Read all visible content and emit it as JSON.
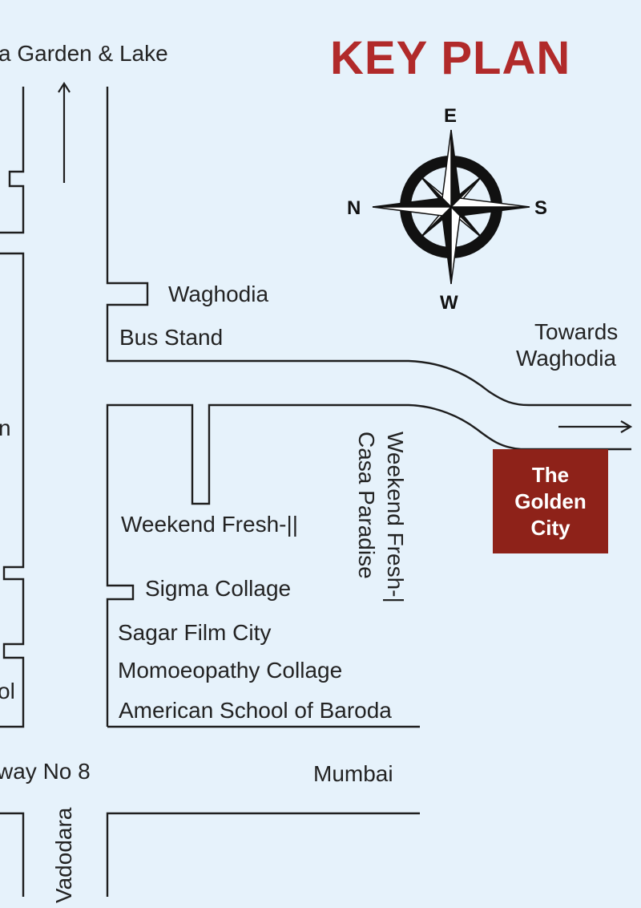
{
  "title": "KEY PLAN",
  "compass": {
    "north": "N",
    "south": "S",
    "east": "E",
    "west": "W"
  },
  "landmarks": {
    "garden": "a Garden & Lake",
    "waghodia": "Waghodia",
    "bus_stand": "Bus Stand",
    "towards_line1": "Towards",
    "towards_line2": "Waghodia",
    "weekend_fresh_2": "Weekend Fresh-||",
    "weekend_fresh_1": "Weekend Fresh-|",
    "casa_paradise": "Casa Paradise",
    "sigma": "Sigma Collage",
    "sagar": "Sagar Film City",
    "momoeopathy": "Momoeopathy Collage",
    "american_school": "American School of Baroda",
    "highway": "way No 8",
    "mumbai": "Mumbai",
    "vadodara": "Vadodara",
    "left_n": "n",
    "left_ol": "ol"
  },
  "project": {
    "line1": "The",
    "line2": "Golden",
    "line3": "City"
  },
  "colors": {
    "background": "#e6f2fb",
    "title": "#b12a2a",
    "project_box": "#8e2219",
    "road": "#1e1e1e"
  },
  "icons": {
    "north_arrow": "arrow-up-icon",
    "east_arrow": "arrow-right-icon",
    "compass": "compass-rose-icon"
  }
}
